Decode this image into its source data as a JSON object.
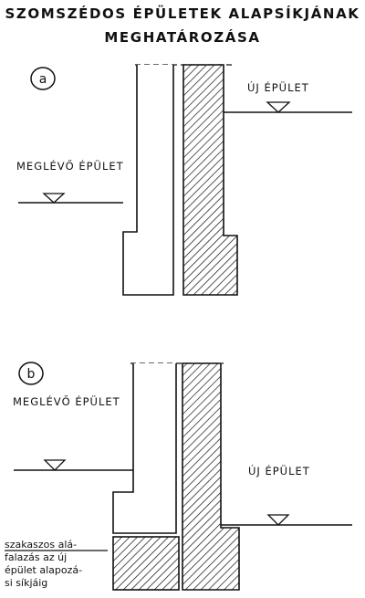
{
  "title": {
    "line1": "SZOMSZÉDOS ÉPÜLETEK ALAPSÍKJÁNAK",
    "line2": "MEGHATÁROZÁSA"
  },
  "panel_a": {
    "marker": "a",
    "existing_label": "MEGLÉVŐ ÉPÜLET",
    "new_label": "ÚJ ÉPÜLET"
  },
  "panel_b": {
    "marker": "b",
    "existing_label": "MEGLÉVŐ ÉPÜLET",
    "new_label": "ÚJ ÉPÜLET",
    "note_lines": [
      "szakaszos alá-",
      "falazás az új",
      "épület alapozá-",
      "si síkjáig"
    ]
  },
  "colors": {
    "ink": "#111111",
    "paper": "#ffffff"
  }
}
